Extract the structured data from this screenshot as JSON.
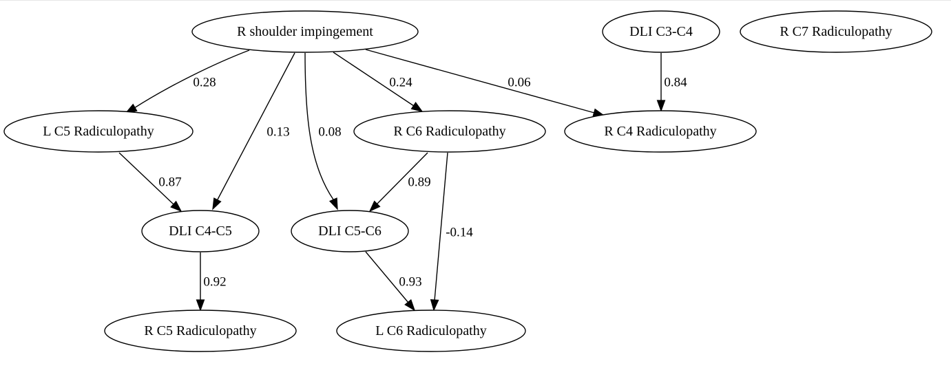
{
  "graph": {
    "nodes": [
      {
        "id": "r_shoulder_impingement",
        "label": "R shoulder impingement"
      },
      {
        "id": "dli_c3_c4",
        "label": "DLI C3-C4"
      },
      {
        "id": "r_c7_radiculopathy",
        "label": "R C7 Radiculopathy"
      },
      {
        "id": "l_c5_radiculopathy",
        "label": "L C5 Radiculopathy"
      },
      {
        "id": "r_c6_radiculopathy",
        "label": "R C6 Radiculopathy"
      },
      {
        "id": "r_c4_radiculopathy",
        "label": "R C4 Radiculopathy"
      },
      {
        "id": "dli_c4_c5",
        "label": "DLI C4-C5"
      },
      {
        "id": "dli_c5_c6",
        "label": "DLI C5-C6"
      },
      {
        "id": "r_c5_radiculopathy",
        "label": "R C5 Radiculopathy"
      },
      {
        "id": "l_c6_radiculopathy",
        "label": "L C6 Radiculopathy"
      }
    ],
    "edges": [
      {
        "id": "e_shoulder_lc5",
        "from": "r_shoulder_impingement",
        "to": "l_c5_radiculopathy",
        "weight": "0.28"
      },
      {
        "id": "e_shoulder_dlic4c5",
        "from": "r_shoulder_impingement",
        "to": "dli_c4_c5",
        "weight": "0.13"
      },
      {
        "id": "e_shoulder_dlic5c6",
        "from": "r_shoulder_impingement",
        "to": "dli_c5_c6",
        "weight": "0.08"
      },
      {
        "id": "e_shoulder_rc6",
        "from": "r_shoulder_impingement",
        "to": "r_c6_radiculopathy",
        "weight": "0.24"
      },
      {
        "id": "e_shoulder_rc4",
        "from": "r_shoulder_impingement",
        "to": "r_c4_radiculopathy",
        "weight": "0.06"
      },
      {
        "id": "e_dlic3c4_rc4",
        "from": "dli_c3_c4",
        "to": "r_c4_radiculopathy",
        "weight": "0.84"
      },
      {
        "id": "e_lc5_dlic4c5",
        "from": "l_c5_radiculopathy",
        "to": "dli_c4_c5",
        "weight": "0.87"
      },
      {
        "id": "e_rc6_dlic5c6",
        "from": "r_c6_radiculopathy",
        "to": "dli_c5_c6",
        "weight": "0.89"
      },
      {
        "id": "e_rc6_lc6",
        "from": "r_c6_radiculopathy",
        "to": "l_c6_radiculopathy",
        "weight": "-0.14"
      },
      {
        "id": "e_dlic4c5_rc5",
        "from": "dli_c4_c5",
        "to": "r_c5_radiculopathy",
        "weight": "0.92"
      },
      {
        "id": "e_dlic5c6_lc6",
        "from": "dli_c5_c6",
        "to": "l_c6_radiculopathy",
        "weight": "0.93"
      }
    ]
  }
}
